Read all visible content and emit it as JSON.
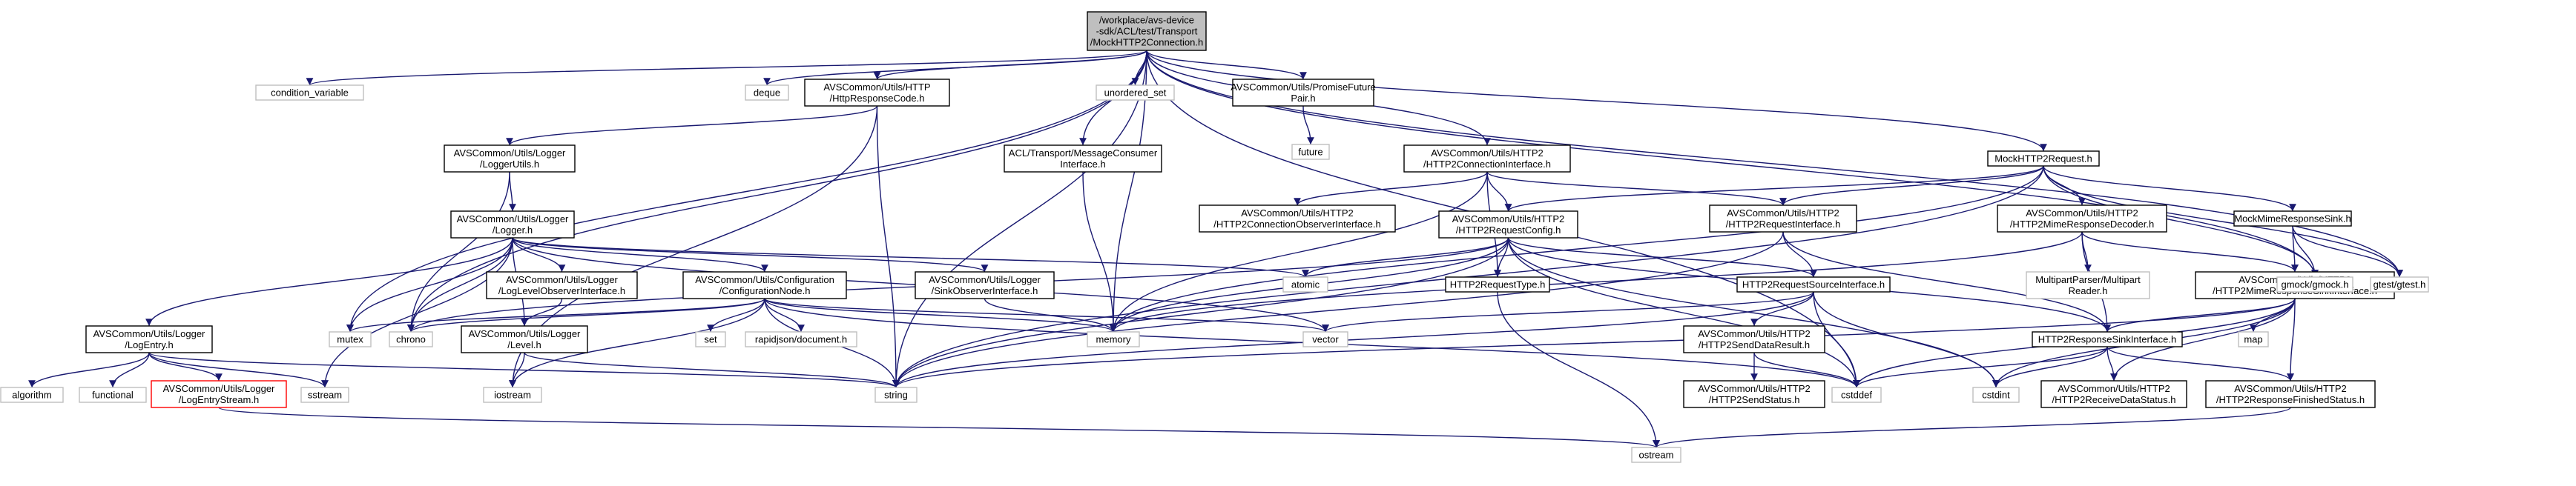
{
  "colors": {
    "edge": "#191970",
    "root_fill": "#bfbfbf",
    "system_border": "#bfbfbf",
    "warning_border": "#ff0000"
  },
  "nodes": [
    {
      "id": "root",
      "kind": "root",
      "label": [
        "/workplace/avs-device",
        "-sdk/ACL/test/Transport",
        "/MockHTTP2Connection.h"
      ]
    },
    {
      "id": "condvar",
      "kind": "sys",
      "label": [
        "condition_variable"
      ]
    },
    {
      "id": "deque",
      "kind": "sys",
      "label": [
        "deque"
      ]
    },
    {
      "id": "httprc",
      "kind": "doc",
      "label": [
        "AVSCommon/Utils/HTTP",
        "/HttpResponseCode.h"
      ]
    },
    {
      "id": "unordered",
      "kind": "sys",
      "label": [
        "unordered_set"
      ]
    },
    {
      "id": "promise",
      "kind": "doc",
      "label": [
        "AVSCommon/Utils/PromiseFuture",
        "Pair.h"
      ]
    },
    {
      "id": "future",
      "kind": "sys",
      "label": [
        "future"
      ]
    },
    {
      "id": "loggerutils",
      "kind": "doc",
      "label": [
        "AVSCommon/Utils/Logger",
        "/LoggerUtils.h"
      ]
    },
    {
      "id": "msgconsumer",
      "kind": "doc",
      "label": [
        "ACL/Transport/MessageConsumer",
        "Interface.h"
      ]
    },
    {
      "id": "h2conn",
      "kind": "doc",
      "label": [
        "AVSCommon/Utils/HTTP2",
        "/HTTP2ConnectionInterface.h"
      ]
    },
    {
      "id": "mockreq",
      "kind": "doc",
      "label": [
        "MockHTTP2Request.h"
      ]
    },
    {
      "id": "logger",
      "kind": "doc",
      "label": [
        "AVSCommon/Utils/Logger",
        "/Logger.h"
      ]
    },
    {
      "id": "connobs",
      "kind": "doc",
      "label": [
        "AVSCommon/Utils/HTTP2",
        "/HTTP2ConnectionObserverInterface.h"
      ]
    },
    {
      "id": "reqconfig",
      "kind": "doc",
      "label": [
        "AVSCommon/Utils/HTTP2",
        "/HTTP2RequestConfig.h"
      ]
    },
    {
      "id": "reqiface",
      "kind": "doc",
      "label": [
        "AVSCommon/Utils/HTTP2",
        "/HTTP2RequestInterface.h"
      ]
    },
    {
      "id": "mimedec",
      "kind": "doc",
      "label": [
        "AVSCommon/Utils/HTTP2",
        "/HTTP2MimeResponseDecoder.h"
      ]
    },
    {
      "id": "mocksink",
      "kind": "doc",
      "label": [
        "MockMimeResponseSink.h"
      ]
    },
    {
      "id": "loglevelobs",
      "kind": "doc",
      "label": [
        "AVSCommon/Utils/Logger",
        "/LogLevelObserverInterface.h"
      ]
    },
    {
      "id": "confignode",
      "kind": "doc",
      "label": [
        "AVSCommon/Utils/Configuration",
        "/ConfigurationNode.h"
      ]
    },
    {
      "id": "sinkobs",
      "kind": "doc",
      "label": [
        "AVSCommon/Utils/Logger",
        "/SinkObserverInterface.h"
      ]
    },
    {
      "id": "atomic",
      "kind": "sys",
      "label": [
        "atomic"
      ]
    },
    {
      "id": "reqtype",
      "kind": "doc",
      "label": [
        "HTTP2RequestType.h"
      ]
    },
    {
      "id": "srcif",
      "kind": "doc",
      "label": [
        "HTTP2RequestSourceInterface.h"
      ]
    },
    {
      "id": "multipart",
      "kind": "sys",
      "label": [
        "MultipartParser/Multipart",
        "Reader.h"
      ]
    },
    {
      "id": "mimesink",
      "kind": "doc",
      "label": [
        "AVSCommon/Utils/HTTP2",
        "/HTTP2MimeResponseSinkInterface.h"
      ]
    },
    {
      "id": "gmock",
      "kind": "sys",
      "label": [
        "gmock/gmock.h"
      ]
    },
    {
      "id": "gtest",
      "kind": "sys",
      "label": [
        "gtest/gtest.h"
      ]
    },
    {
      "id": "logentry",
      "kind": "doc",
      "label": [
        "AVSCommon/Utils/Logger",
        "/LogEntry.h"
      ]
    },
    {
      "id": "mutex",
      "kind": "sys",
      "label": [
        "mutex"
      ]
    },
    {
      "id": "chrono",
      "kind": "sys",
      "label": [
        "chrono"
      ]
    },
    {
      "id": "level",
      "kind": "doc",
      "label": [
        "AVSCommon/Utils/Logger",
        "/Level.h"
      ]
    },
    {
      "id": "set",
      "kind": "sys",
      "label": [
        "set"
      ]
    },
    {
      "id": "rapidjson",
      "kind": "sys",
      "label": [
        "rapidjson/document.h"
      ]
    },
    {
      "id": "memory",
      "kind": "sys",
      "label": [
        "memory"
      ]
    },
    {
      "id": "vector",
      "kind": "sys",
      "label": [
        "vector"
      ]
    },
    {
      "id": "senddata",
      "kind": "doc",
      "label": [
        "AVSCommon/Utils/HTTP2",
        "/HTTP2SendDataResult.h"
      ]
    },
    {
      "id": "respsink",
      "kind": "doc",
      "label": [
        "HTTP2ResponseSinkInterface.h"
      ]
    },
    {
      "id": "map",
      "kind": "sys",
      "label": [
        "map"
      ]
    },
    {
      "id": "algorithm",
      "kind": "sys",
      "label": [
        "algorithm"
      ]
    },
    {
      "id": "functional",
      "kind": "sys",
      "label": [
        "functional"
      ]
    },
    {
      "id": "logstream",
      "kind": "warn",
      "label": [
        "AVSCommon/Utils/Logger",
        "/LogEntryStream.h"
      ]
    },
    {
      "id": "sstream",
      "kind": "sys",
      "label": [
        "sstream"
      ]
    },
    {
      "id": "iostream",
      "kind": "sys",
      "label": [
        "iostream"
      ]
    },
    {
      "id": "string",
      "kind": "sys",
      "label": [
        "string"
      ]
    },
    {
      "id": "cstddef",
      "kind": "sys",
      "label": [
        "cstddef"
      ]
    },
    {
      "id": "cstdint",
      "kind": "sys",
      "label": [
        "cstdint"
      ]
    },
    {
      "id": "sendstatus",
      "kind": "doc",
      "label": [
        "AVSCommon/Utils/HTTP2",
        "/HTTP2SendStatus.h"
      ]
    },
    {
      "id": "recvstatus",
      "kind": "doc",
      "label": [
        "AVSCommon/Utils/HTTP2",
        "/HTTP2ReceiveDataStatus.h"
      ]
    },
    {
      "id": "finstatus",
      "kind": "doc",
      "label": [
        "AVSCommon/Utils/HTTP2",
        "/HTTP2ResponseFinishedStatus.h"
      ]
    },
    {
      "id": "ostream",
      "kind": "sys",
      "label": [
        "ostream"
      ]
    }
  ],
  "edges": [
    [
      "root",
      "condvar"
    ],
    [
      "root",
      "deque"
    ],
    [
      "root",
      "httprc"
    ],
    [
      "root",
      "unordered"
    ],
    [
      "root",
      "promise"
    ],
    [
      "root",
      "msgconsumer"
    ],
    [
      "root",
      "h2conn"
    ],
    [
      "root",
      "mockreq"
    ],
    [
      "root",
      "mutex"
    ],
    [
      "root",
      "chrono"
    ],
    [
      "root",
      "memory"
    ],
    [
      "root",
      "string"
    ],
    [
      "root",
      "cstddef"
    ],
    [
      "root",
      "gmock"
    ],
    [
      "root",
      "gtest"
    ],
    [
      "httprc",
      "loggerutils"
    ],
    [
      "httprc",
      "string"
    ],
    [
      "httprc",
      "iostream"
    ],
    [
      "promise",
      "future"
    ],
    [
      "loggerutils",
      "logger"
    ],
    [
      "loggerutils",
      "chrono"
    ],
    [
      "msgconsumer",
      "memory"
    ],
    [
      "h2conn",
      "connobs"
    ],
    [
      "h2conn",
      "reqconfig"
    ],
    [
      "h2conn",
      "reqiface"
    ],
    [
      "h2conn",
      "reqtype"
    ],
    [
      "h2conn",
      "memory"
    ],
    [
      "mockreq",
      "reqconfig"
    ],
    [
      "mockreq",
      "reqiface"
    ],
    [
      "mockreq",
      "mimedec"
    ],
    [
      "mockreq",
      "mocksink"
    ],
    [
      "mockreq",
      "gmock"
    ],
    [
      "mockreq",
      "gtest"
    ],
    [
      "mockreq",
      "memory"
    ],
    [
      "mockreq",
      "string"
    ],
    [
      "logger",
      "logentry"
    ],
    [
      "logger",
      "loglevelobs"
    ],
    [
      "logger",
      "confignode"
    ],
    [
      "logger",
      "sinkobs"
    ],
    [
      "logger",
      "level"
    ],
    [
      "logger",
      "atomic"
    ],
    [
      "logger",
      "chrono"
    ],
    [
      "logger",
      "mutex"
    ],
    [
      "logger",
      "vector"
    ],
    [
      "logger",
      "sstream"
    ],
    [
      "loglevelobs",
      "level"
    ],
    [
      "confignode",
      "mutex"
    ],
    [
      "confignode",
      "chrono"
    ],
    [
      "confignode",
      "set"
    ],
    [
      "confignode",
      "rapidjson"
    ],
    [
      "confignode",
      "memory"
    ],
    [
      "confignode",
      "vector"
    ],
    [
      "confignode",
      "iostream"
    ],
    [
      "confignode",
      "string"
    ],
    [
      "confignode",
      "cstddef"
    ],
    [
      "sinkobs",
      "memory"
    ],
    [
      "reqconfig",
      "reqtype"
    ],
    [
      "reqconfig",
      "srcif"
    ],
    [
      "reqconfig",
      "respsink"
    ],
    [
      "reqconfig",
      "atomic"
    ],
    [
      "reqconfig",
      "chrono"
    ],
    [
      "reqconfig",
      "memory"
    ],
    [
      "reqconfig",
      "string"
    ],
    [
      "reqconfig",
      "cstddef"
    ],
    [
      "reqconfig",
      "cstdint"
    ],
    [
      "reqiface",
      "srcif"
    ],
    [
      "reqiface",
      "respsink"
    ],
    [
      "reqiface",
      "string"
    ],
    [
      "mimedec",
      "multipart"
    ],
    [
      "mimedec",
      "mimesink"
    ],
    [
      "mimedec",
      "respsink"
    ],
    [
      "mimedec",
      "memory"
    ],
    [
      "mocksink",
      "mimesink"
    ],
    [
      "mocksink",
      "gmock"
    ],
    [
      "mocksink",
      "gtest"
    ],
    [
      "reqtype",
      "ostream"
    ],
    [
      "srcif",
      "senddata"
    ],
    [
      "srcif",
      "vector"
    ],
    [
      "srcif",
      "string"
    ],
    [
      "srcif",
      "cstddef"
    ],
    [
      "srcif",
      "cstdint"
    ],
    [
      "mimesink",
      "respsink"
    ],
    [
      "mimesink",
      "map"
    ],
    [
      "mimesink",
      "recvstatus"
    ],
    [
      "mimesink",
      "finstatus"
    ],
    [
      "mimesink",
      "string"
    ],
    [
      "mimesink",
      "cstddef"
    ],
    [
      "mimesink",
      "cstdint"
    ],
    [
      "logentry",
      "algorithm"
    ],
    [
      "logentry",
      "functional"
    ],
    [
      "logentry",
      "logstream"
    ],
    [
      "logentry",
      "sstream"
    ],
    [
      "logentry",
      "string"
    ],
    [
      "level",
      "iostream"
    ],
    [
      "level",
      "string"
    ],
    [
      "senddata",
      "sendstatus"
    ],
    [
      "senddata",
      "cstddef"
    ],
    [
      "respsink",
      "recvstatus"
    ],
    [
      "respsink",
      "finstatus"
    ],
    [
      "respsink",
      "cstddef"
    ],
    [
      "respsink",
      "cstdint"
    ],
    [
      "logstream",
      "ostream"
    ],
    [
      "finstatus",
      "ostream"
    ]
  ]
}
